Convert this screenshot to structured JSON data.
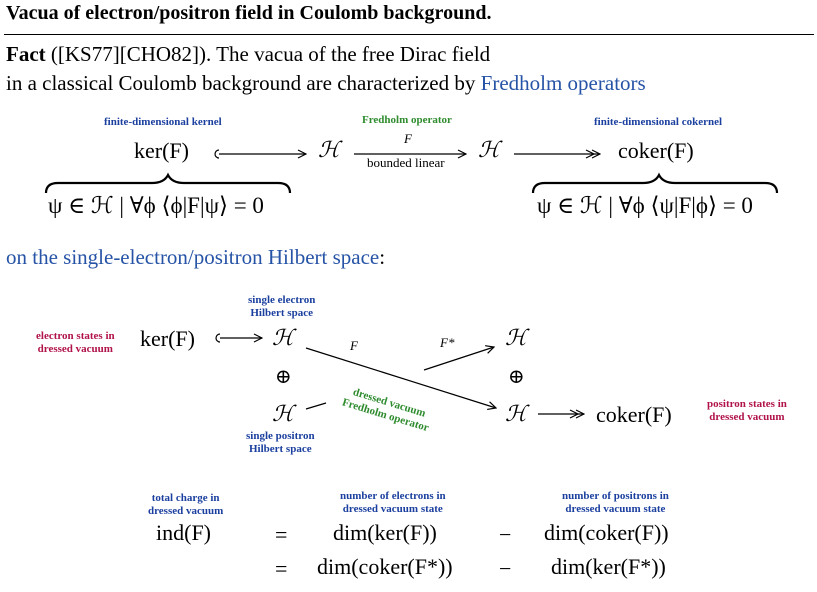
{
  "title": "Vacua of electron/positron field in Coulomb background.",
  "fact": {
    "word": "Fact",
    "refs": " ([KS77][CHO82]). The vacua of the free Dirac field",
    "line2_plain": "in a classical Coulomb background are characterized by ",
    "line2_link": "Fredholm operators"
  },
  "diagram1": {
    "kernel_label": "finite-dimensional kernel",
    "operator_label": "Fredholm operator",
    "cokernel_label": "finite-dimensional cokernel",
    "ker": "ker(F)",
    "H_left": "ℋ",
    "F": "F",
    "bounded": "bounded linear",
    "H_right": "ℋ",
    "coker": "coker(F)",
    "brace_left": "ψ ∈ ℋ | ∀ϕ ⟨ϕ|F|ψ⟩ = 0",
    "brace_right": "ψ ∈ ℋ | ∀ϕ ⟨ψ|F|ϕ⟩ = 0"
  },
  "hilbert_line": {
    "text": "on the single-electron/positron Hilbert space",
    "colon": ":"
  },
  "diagram2": {
    "single_electron": [
      "single electron",
      "Hilbert space"
    ],
    "single_positron": [
      "single positron",
      "Hilbert space"
    ],
    "electron_states": [
      "electron states in",
      "dressed vacuum"
    ],
    "positron_states": [
      "positron states in",
      "dressed vacuum"
    ],
    "dressed_vacuum": [
      "dressed vacuum",
      "Fredholm operator"
    ],
    "ker": "ker(F)",
    "H": "ℋ",
    "oplus": "⊕",
    "F": "F",
    "Fstar": "F*",
    "coker": "coker(F)"
  },
  "index": {
    "total_charge": [
      "total charge in",
      "dressed vacuum"
    ],
    "num_electrons": [
      "number of electrons in",
      "dressed vacuum state"
    ],
    "num_positrons": [
      "number of positrons in",
      "dressed vacuum state"
    ],
    "ind": "ind(F)",
    "eq": "=",
    "minus": "−",
    "row1_a": "dim(ker(F))",
    "row1_b": "dim(coker(F))",
    "row2_a": "dim(coker(F*))",
    "row2_b": "dim(ker(F*))"
  },
  "colors": {
    "blue_text": "#2653a6",
    "label_blue": "#1a3f9e",
    "label_green": "#2e8b2e",
    "label_red": "#b0124a"
  }
}
